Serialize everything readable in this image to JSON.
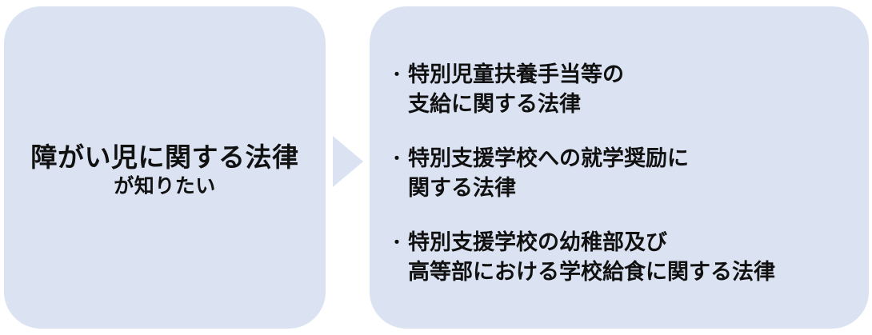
{
  "left_box": {
    "title": "障がい児に関する法律",
    "subtitle": "が知りたい"
  },
  "arrow": {
    "icon": "chevron-right-icon",
    "color": "#dbe3f3"
  },
  "right_box": {
    "bullet": "・",
    "items": [
      {
        "line1": "特別児童扶養手当等の",
        "line2": "支給に関する法律"
      },
      {
        "line1": "特別支援学校への就学奨励に",
        "line2": "関する法律"
      },
      {
        "line1": "特別支援学校の幼稚部及び",
        "line2": "高等部における学校給食に関する法律"
      }
    ]
  },
  "colors": {
    "box_fill": "#dbe3f3",
    "text": "#111111",
    "background": "#ffffff"
  }
}
